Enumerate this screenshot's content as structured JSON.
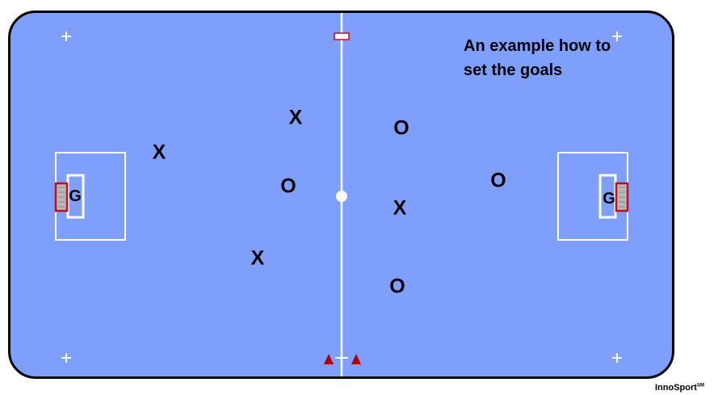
{
  "annotation": {
    "line1": "An example how to",
    "line2": "set the goals"
  },
  "players": {
    "team_x": "X",
    "team_o": "O",
    "goalkeeper": "G"
  },
  "watermark": {
    "name": "InnoSport",
    "mark": "SM"
  },
  "colors": {
    "court": "#7f9ffd",
    "lines": "#ffffff",
    "goal_frame": "#c0101a",
    "cones": "#b00000"
  },
  "icons": [
    "plus-marker-icon",
    "cone-icon",
    "goal-icon",
    "center-spot-icon"
  ]
}
